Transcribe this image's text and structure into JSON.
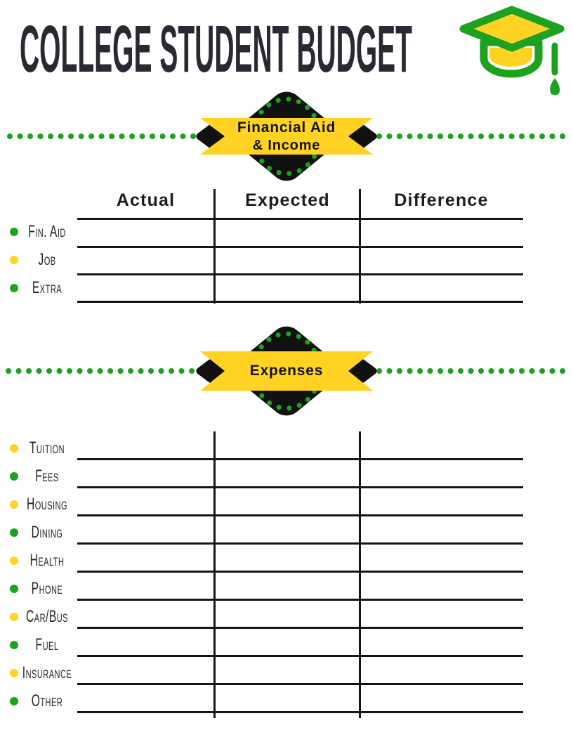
{
  "title": "COLLEGE STUDENT BUDGET",
  "colors": {
    "green": "#1da21d",
    "yellow": "#ffd224",
    "black": "#111111",
    "ink": "#2b2831"
  },
  "income": {
    "banner_line1": "Financial Aid",
    "banner_line2": "& Income",
    "columns": [
      "Actual",
      "Expected",
      "Difference"
    ],
    "rows": [
      {
        "label": "Fin. Aid",
        "bullet_color": "#1da21d"
      },
      {
        "label": "Job",
        "bullet_color": "#ffd224"
      },
      {
        "label": "Extra",
        "bullet_color": "#1da21d"
      }
    ]
  },
  "expenses": {
    "banner_line1": "Expenses",
    "rows": [
      {
        "label": "Tuition",
        "bullet_color": "#ffd224"
      },
      {
        "label": "Fees",
        "bullet_color": "#1da21d"
      },
      {
        "label": "Housing",
        "bullet_color": "#ffd224"
      },
      {
        "label": "Dining",
        "bullet_color": "#1da21d"
      },
      {
        "label": "Health",
        "bullet_color": "#ffd224"
      },
      {
        "label": "Phone",
        "bullet_color": "#1da21d"
      },
      {
        "label": "Car/Bus",
        "bullet_color": "#ffd224"
      },
      {
        "label": "Fuel",
        "bullet_color": "#1da21d"
      },
      {
        "label": "Insurance",
        "bullet_color": "#ffd224"
      },
      {
        "label": "Other",
        "bullet_color": "#1da21d"
      }
    ]
  }
}
